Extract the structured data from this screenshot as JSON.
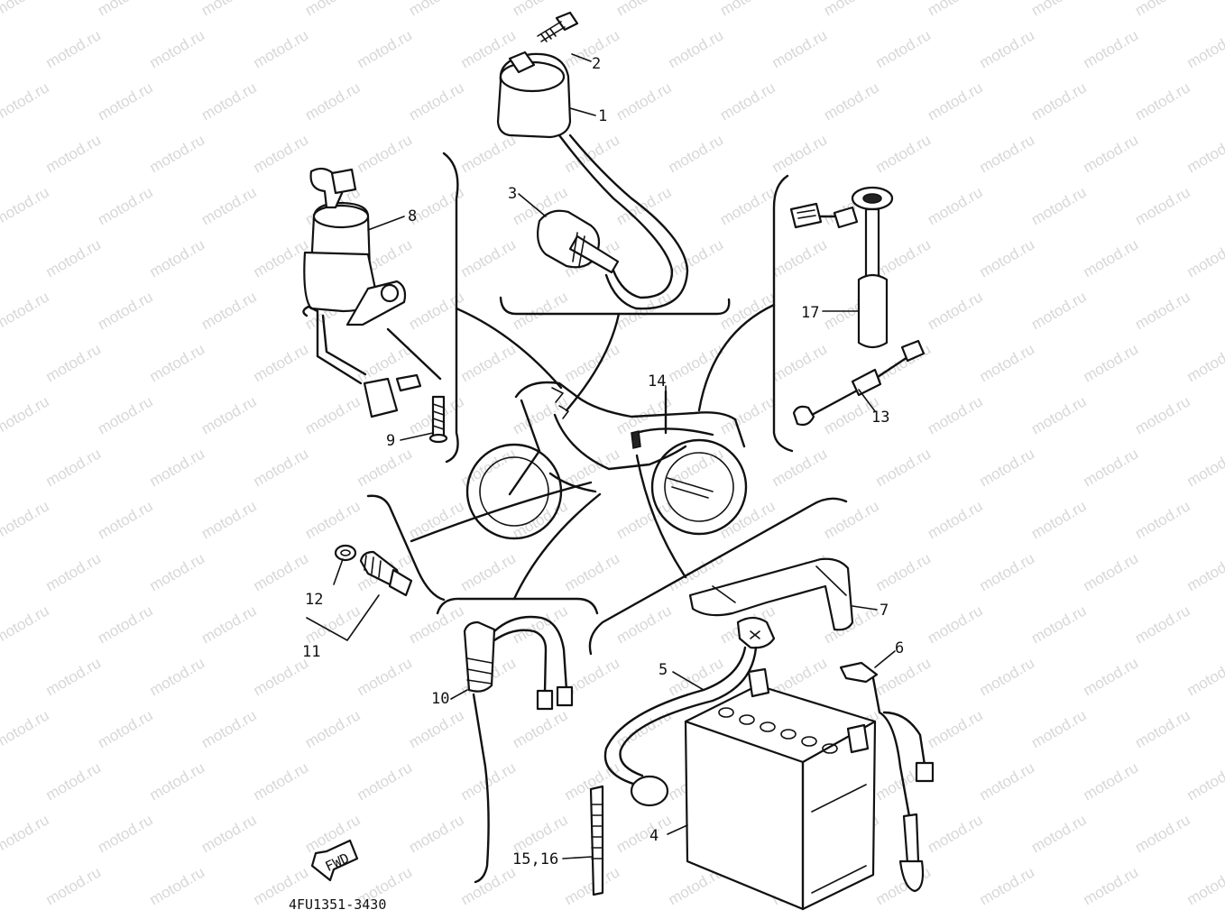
{
  "watermark": "motod.ru",
  "diagram_code": "4FU1351-3430",
  "fwd_label": "FWD",
  "callouts": {
    "c1": "1",
    "c2": "2",
    "c3": "3",
    "c4": "4",
    "c5": "5",
    "c6": "6",
    "c7": "7",
    "c8": "8",
    "c9": "9",
    "c10": "10",
    "c11": "11",
    "c12": "12",
    "c13": "13",
    "c14": "14",
    "c15_16": "15,16",
    "c17": "17"
  },
  "parts": [
    {
      "ref": "1",
      "icon": "ignition-coil-icon"
    },
    {
      "ref": "2",
      "icon": "bolt-icon"
    },
    {
      "ref": "3",
      "icon": "spark-plug-cap-icon"
    },
    {
      "ref": "4",
      "icon": "battery-icon"
    },
    {
      "ref": "5",
      "icon": "battery-cable-icon"
    },
    {
      "ref": "6",
      "icon": "ground-lead-icon"
    },
    {
      "ref": "7",
      "icon": "battery-band-icon"
    },
    {
      "ref": "8",
      "icon": "starter-relay-icon"
    },
    {
      "ref": "9",
      "icon": "screw-icon"
    },
    {
      "ref": "10",
      "icon": "neutral-switch-lead-icon"
    },
    {
      "ref": "11",
      "icon": "neutral-switch-assy-icon"
    },
    {
      "ref": "12",
      "icon": "gasket-icon"
    },
    {
      "ref": "13",
      "icon": "fuse-holder-lead-icon"
    },
    {
      "ref": "14",
      "icon": "wire-harness-icon"
    },
    {
      "ref": "15,16",
      "icon": "cable-band-icon"
    },
    {
      "ref": "17",
      "icon": "fuel-sender-icon"
    }
  ]
}
